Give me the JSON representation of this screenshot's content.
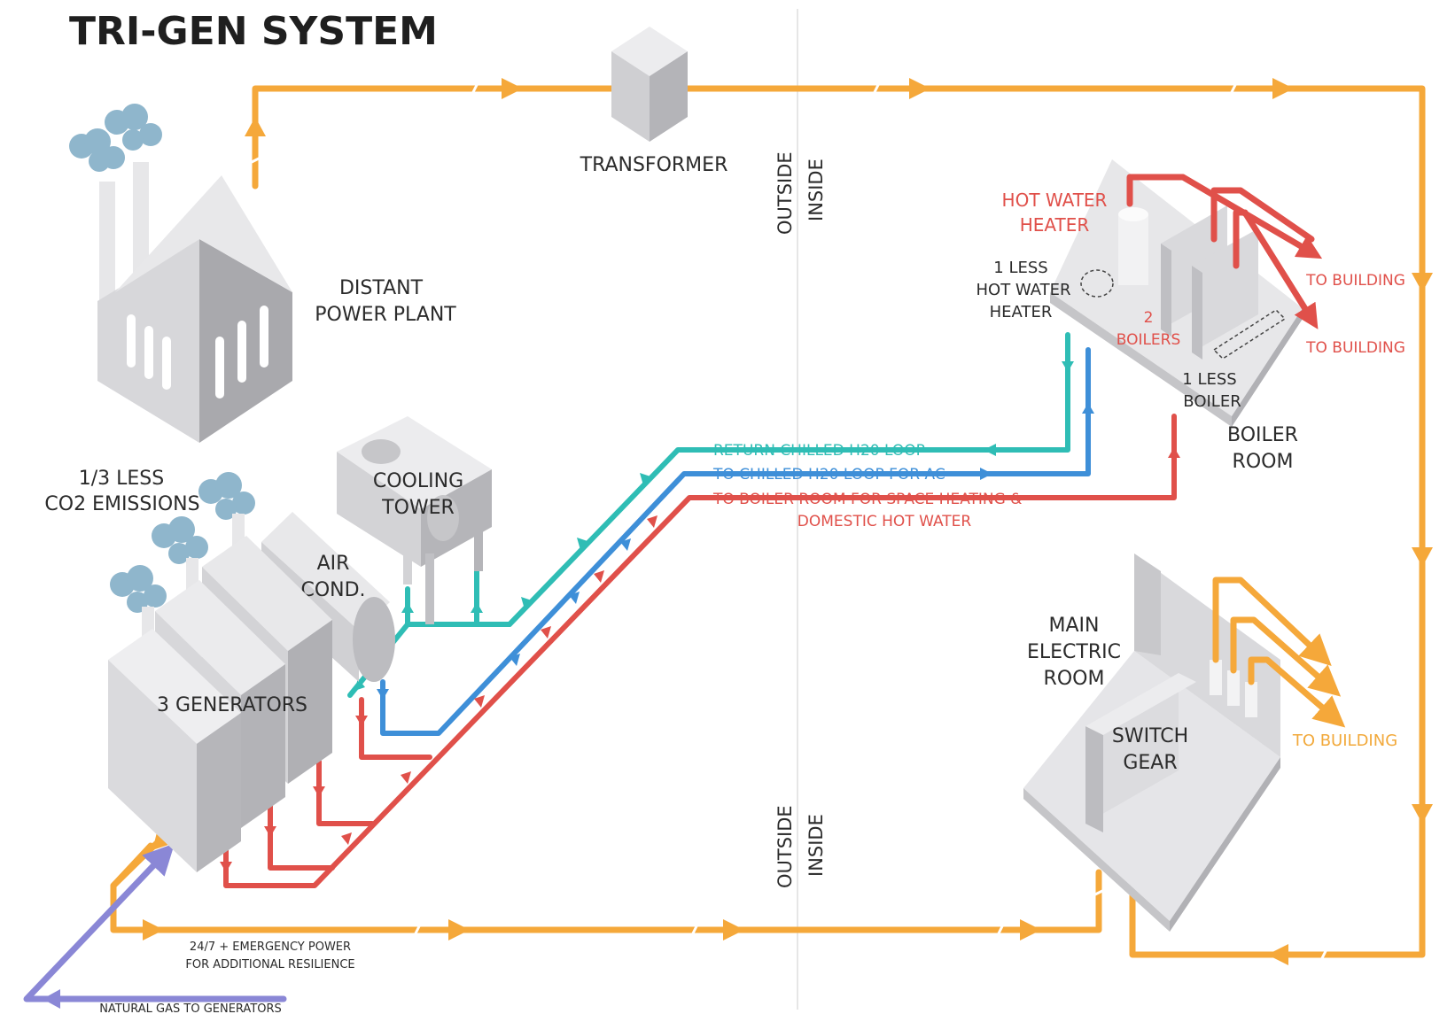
{
  "title": "TRI-GEN SYSTEM",
  "colors": {
    "power_line": "#f5a83a",
    "return_chilled": "#2fbdb5",
    "chilled_supply": "#3e8fd8",
    "hot_water": "#e0504a",
    "natural_gas": "#8a87d6",
    "building_light": "#e4e4e6",
    "building_mid": "#cfcfd2",
    "building_dark": "#a9a9ad",
    "smoke": "#8fb6cc"
  },
  "labels": {
    "transformer": "TRANSFORMER",
    "distant_power_plant": [
      "DISTANT",
      "POWER PLANT"
    ],
    "co2_emissions": [
      "1/3 LESS",
      "CO2 EMISSIONS"
    ],
    "cooling_tower": [
      "COOLING",
      "TOWER"
    ],
    "air_cond": [
      "AIR",
      "COND."
    ],
    "generators": "3 GENERATORS",
    "emergency_power": [
      "24/7 + EMERGENCY POWER",
      "FOR ADDITIONAL RESILIENCE"
    ],
    "natural_gas": "NATURAL GAS TO GENERATORS",
    "outside": "OUTSIDE",
    "inside": "INSIDE",
    "hot_water_heater": [
      "HOT WATER",
      "HEATER"
    ],
    "less_hot_water_heater": [
      "1 LESS",
      "HOT WATER",
      "HEATER"
    ],
    "boilers": [
      "2",
      "BOILERS"
    ],
    "less_boiler": [
      "1 LESS",
      "BOILER"
    ],
    "boiler_room": [
      "BOILER",
      "ROOM"
    ],
    "to_building": "TO BUILDING",
    "main_electric_room": [
      "MAIN",
      "ELECTRIC",
      "ROOM"
    ],
    "switch_gear": [
      "SWITCH",
      "GEAR"
    ],
    "return_chilled_loop": "RETURN CHILLED H20 LOOP",
    "chilled_loop_ac": "TO CHILLED H20 LOOP FOR AC",
    "boiler_room_heating": [
      "TO BOILER ROOM FOR SPACE HEATING &",
      "DOMESTIC HOT WATER"
    ]
  }
}
